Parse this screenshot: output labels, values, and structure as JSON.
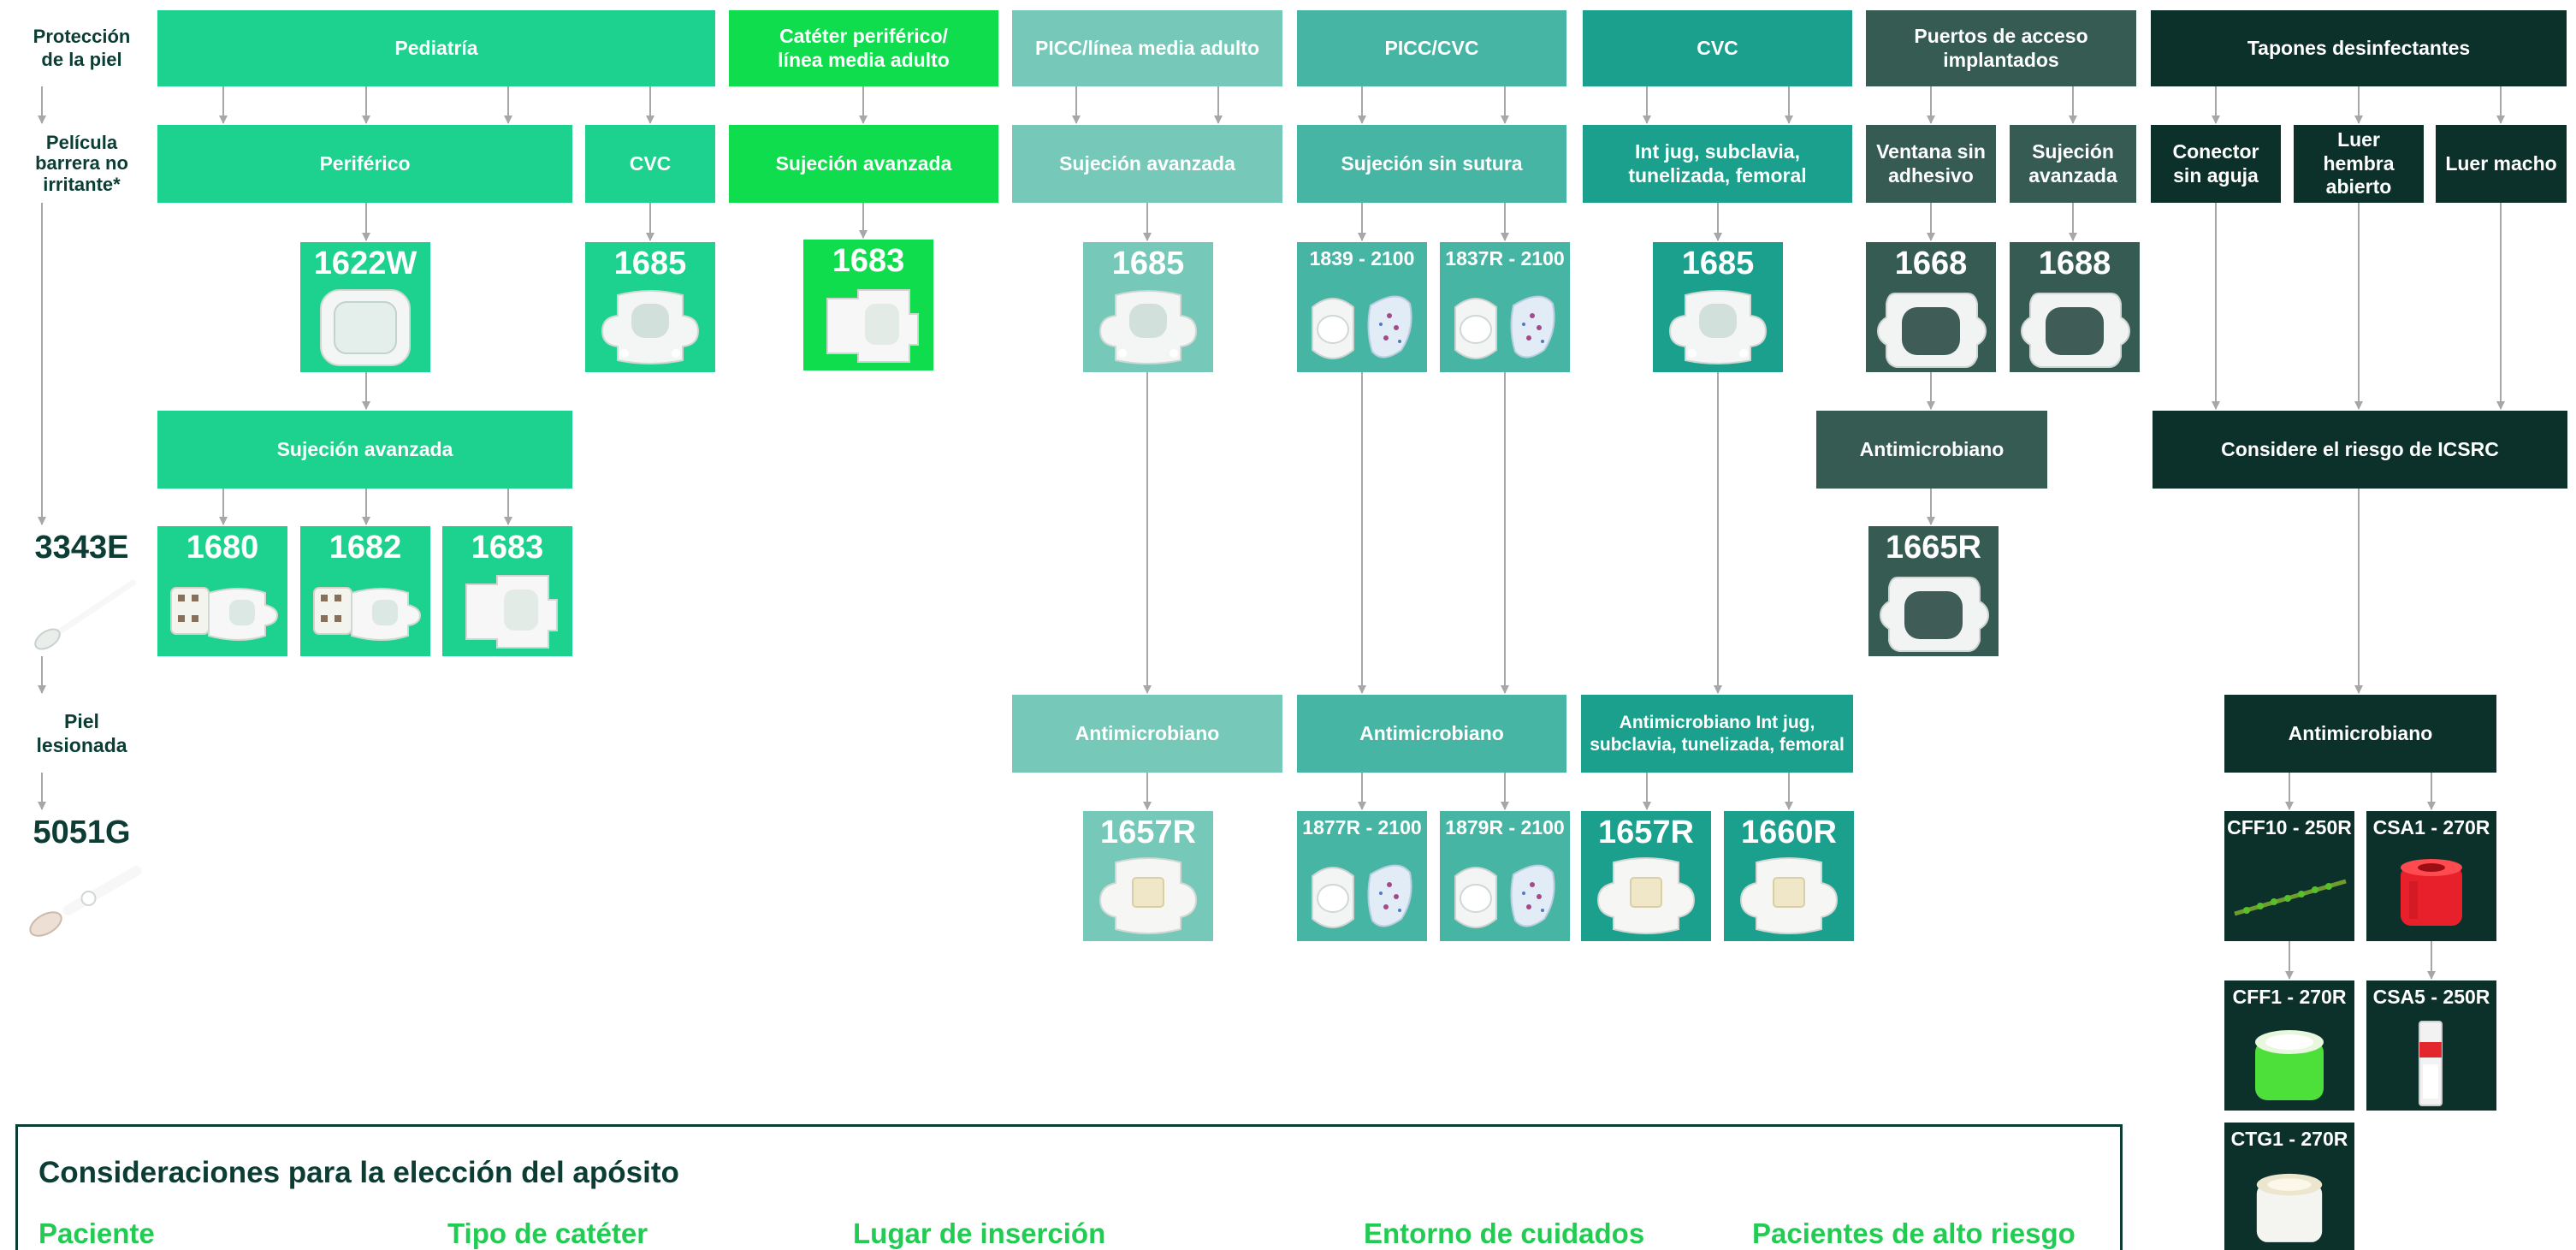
{
  "colors": {
    "skin_light": "#bdf5dd",
    "skin_text": "#0b3d34",
    "pediatric": "#1dd18e",
    "peripheral_adult": "#0fdd4e",
    "picc_midline": "#76c9b8",
    "picc_cvc": "#47b5a3",
    "cvc": "#1aa08d",
    "ports": "#355b52",
    "caps": "#0c312a",
    "edge": "#a7a7a7"
  },
  "categories": [
    {
      "key": "skin",
      "label": "Protección\nde la piel"
    },
    {
      "key": "pediatric",
      "label": "Pediatría"
    },
    {
      "key": "peripheral_adult",
      "label": "Catéter periférico/\nlínea media adulto"
    },
    {
      "key": "picc_midline",
      "label": "PICC/línea media adulto"
    },
    {
      "key": "picc_cvc",
      "label": "PICC/CVC"
    },
    {
      "key": "cvc",
      "label": "CVC"
    },
    {
      "key": "ports",
      "label": "Puertos de acceso\nimplantados"
    },
    {
      "key": "caps",
      "label": "Tapones desinfectantes"
    }
  ],
  "subcategories": {
    "skin_film": "Película\nbarrera no\nirritante*",
    "ped_peripheral": "Periférico",
    "ped_cvc": "CVC",
    "periph_advanced": "Sujeción avanzada",
    "picc_midline_advanced": "Sujeción avanzada",
    "picc_cvc_sutureless": "Sujeción sin sutura",
    "cvc_sites": "Int jug, subclavia,\ntunelizada, femoral",
    "ports_window": "Ventana sin\nadhesivo",
    "ports_advanced": "Sujeción\navanzada",
    "caps_needleless": "Conector\nsin aguja",
    "caps_female_luer": "Luer hembra\nabierto",
    "caps_male_luer": "Luer macho",
    "ped_advanced": "Sujeción avanzada",
    "ports_antimicrobial": "Antimicrobiano",
    "caps_icsrc": "Considere el riesgo de ICSRC",
    "skin_damaged": "Piel\nlesionada",
    "picc_midline_antimicrobial": "Antimicrobiano",
    "picc_cvc_antimicrobial": "Antimicrobiano",
    "cvc_antimicrobial": "Antimicrobiano Int jug,\nsubclavia, tunelizada, femoral",
    "caps_antimicrobial": "Antimicrobiano"
  },
  "products": {
    "p1622w": {
      "code": "1622W",
      "icon": "transparent-dressing"
    },
    "p1685_ped": {
      "code": "1685",
      "icon": "securement-dressing"
    },
    "p1683_adult": {
      "code": "1683",
      "icon": "window-dressing"
    },
    "p1685_picc": {
      "code": "1685",
      "icon": "securement-dressing"
    },
    "p1839": {
      "code": "1839 - 2100",
      "icon": "dressing-with-clip"
    },
    "p1837r": {
      "code": "1837R - 2100",
      "icon": "dressing-with-clip"
    },
    "p1685_cvc": {
      "code": "1685",
      "icon": "securement-dressing"
    },
    "p1668": {
      "code": "1668",
      "icon": "port-dressing"
    },
    "p1688": {
      "code": "1688",
      "icon": "port-dressing"
    },
    "p1680": {
      "code": "1680",
      "icon": "securement-strip-dressing"
    },
    "p1682": {
      "code": "1682",
      "icon": "securement-strip-dressing"
    },
    "p1683_ped": {
      "code": "1683",
      "icon": "window-dressing"
    },
    "p3343e": {
      "code": "3343E",
      "icon": "swab-applicator"
    },
    "p1665r": {
      "code": "1665R",
      "icon": "port-dressing"
    },
    "p5051g": {
      "code": "5051G",
      "icon": "foam-applicator"
    },
    "p1657r_picc": {
      "code": "1657R",
      "icon": "antimicrobial-dressing"
    },
    "p1877r": {
      "code": "1877R - 2100",
      "icon": "dressing-with-clip"
    },
    "p1879r": {
      "code": "1879R - 2100",
      "icon": "dressing-with-clip"
    },
    "p1657r_cvc": {
      "code": "1657R",
      "icon": "antimicrobial-dressing"
    },
    "p1660r": {
      "code": "1660R",
      "icon": "antimicrobial-dressing"
    },
    "cff10": {
      "code": "CFF10 - 250R",
      "icon": "cap-strip"
    },
    "csa1": {
      "code": "CSA1 - 270R",
      "icon": "red-cap"
    },
    "cff1": {
      "code": "CFF1 - 270R",
      "icon": "green-cap"
    },
    "csa5": {
      "code": "CSA5 - 250R",
      "icon": "cap-stick"
    },
    "ctg1": {
      "code": "CTG1 - 270R",
      "icon": "white-cap"
    }
  },
  "considerations": {
    "title": "Consideraciones para la elección del apósito",
    "columns": [
      "Paciente",
      "Tipo de catéter",
      "Lugar de inserción",
      "Entorno de cuidados",
      "Pacientes de alto riesgo"
    ]
  }
}
